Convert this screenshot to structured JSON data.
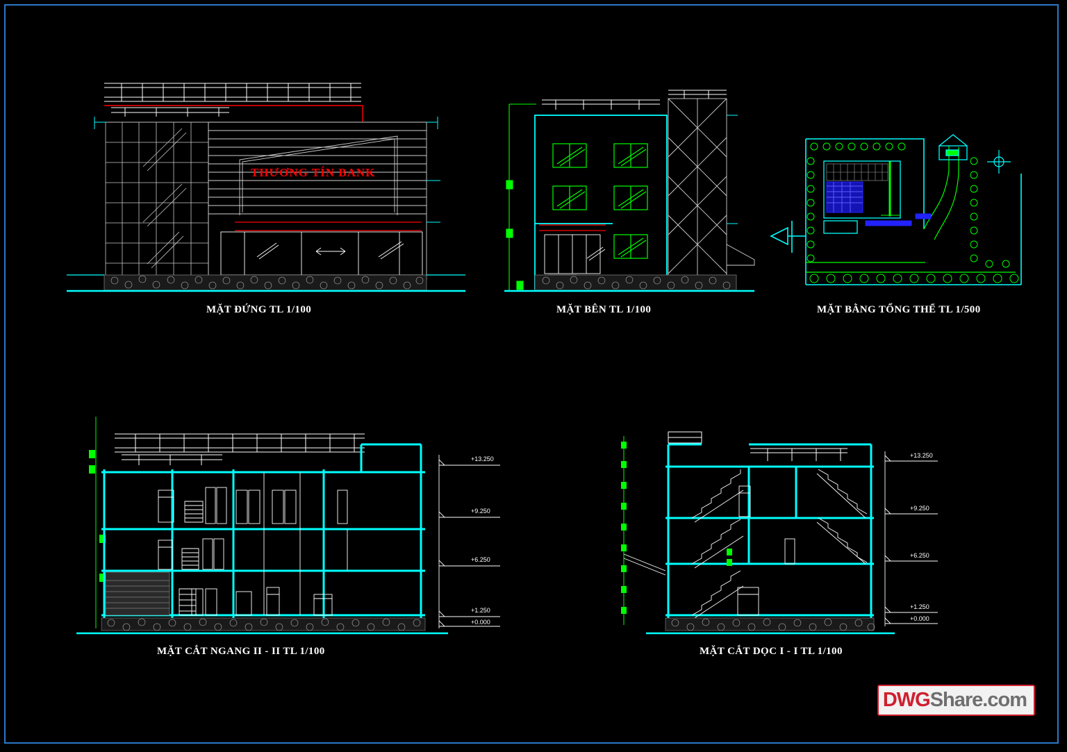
{
  "sheet": {
    "background": "#000000",
    "border_color": "#2b78c8",
    "line_color_cyan": "#00ffff",
    "line_color_white": "#ffffff",
    "line_color_green": "#00ff00",
    "line_color_red": "#ff0000",
    "line_color_blue": "#0000ff"
  },
  "signage": {
    "bank_name": "THƯƠNG TÍN BANK"
  },
  "views": [
    {
      "id": "front-elevation",
      "caption": "MẶT ĐỨNG TL 1/100"
    },
    {
      "id": "side-elevation",
      "caption": "MẶT BÊN TL 1/100"
    },
    {
      "id": "site-plan",
      "caption": "MẶT BẰNG TỔNG THỂ TL 1/500"
    },
    {
      "id": "cross-section",
      "caption": "MẶT CẮT NGANG II - II TL 1/100"
    },
    {
      "id": "long-section",
      "caption": "MẶT CẮT DỌC I - I TL 1/100"
    }
  ],
  "levels_cross_section": [
    {
      "label": "+13.250"
    },
    {
      "label": "+9.250"
    },
    {
      "label": "+6.250"
    },
    {
      "label": "+1.250"
    },
    {
      "label": "+0.000"
    }
  ],
  "levels_long_section": [
    {
      "label": "+13.250"
    },
    {
      "label": "+9.250"
    },
    {
      "label": "+6.250"
    },
    {
      "label": "+1.250"
    },
    {
      "label": "+0.000"
    }
  ],
  "watermark": {
    "part1": "DWG",
    "part2": "Share.com",
    "color_red": "#cf2030",
    "color_grey": "#6f6f6f"
  }
}
